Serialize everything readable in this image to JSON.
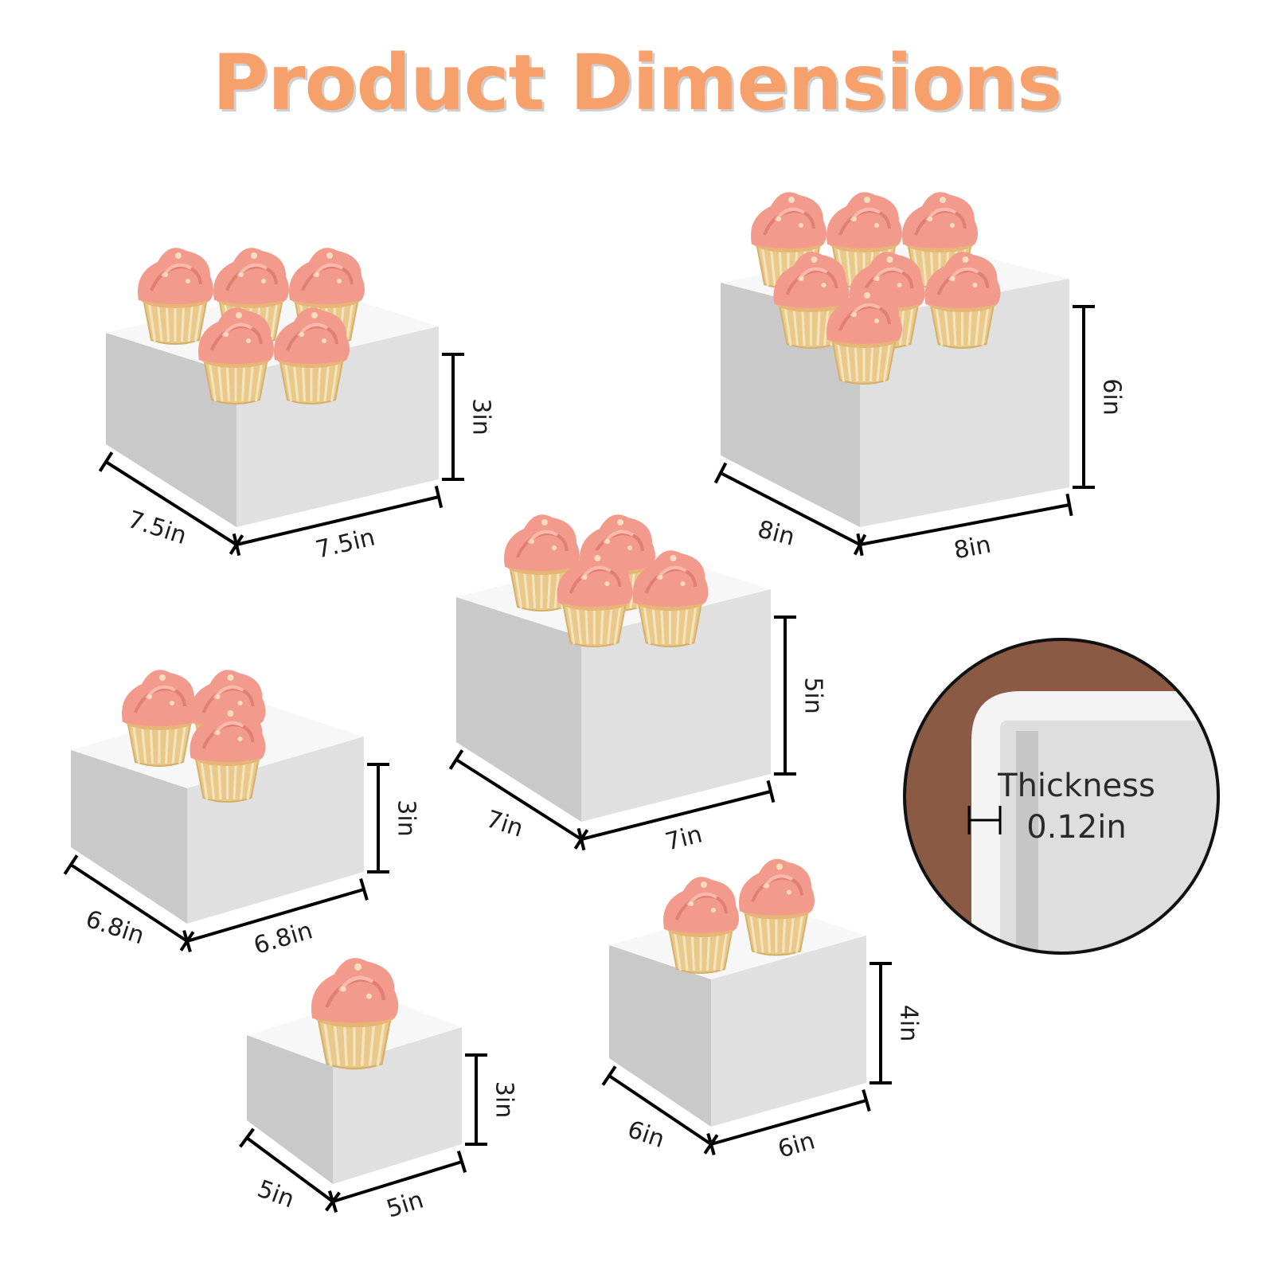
{
  "title": "Product Dimensions",
  "colors": {
    "title": "#f6a06b",
    "box_front": "#e0e0e0",
    "box_side": "#c9c9c9",
    "box_top": "#f7f7f7",
    "frosting": "#f29a8c",
    "liner": "#e9c98a",
    "inset_background": "#8b5a45",
    "dimension_line": "#000000"
  },
  "boxes": [
    {
      "name": "box-7-5",
      "width": "7.5in",
      "depth": "7.5in",
      "height": "3in",
      "cupcakes": 5
    },
    {
      "name": "box-8",
      "width": "8in",
      "depth": "8in",
      "height": "6in",
      "cupcakes": 7
    },
    {
      "name": "box-7",
      "width": "7in",
      "depth": "7in",
      "height": "5in",
      "cupcakes": 4
    },
    {
      "name": "box-6-8",
      "width": "6.8in",
      "depth": "6.8in",
      "height": "3in",
      "cupcakes": 3
    },
    {
      "name": "box-6",
      "width": "6in",
      "depth": "6in",
      "height": "4in",
      "cupcakes": 2
    },
    {
      "name": "box-5",
      "width": "5in",
      "depth": "5in",
      "height": "3in",
      "cupcakes": 1
    }
  ],
  "thickness": {
    "label": "Thickness",
    "value": "0.12in"
  }
}
